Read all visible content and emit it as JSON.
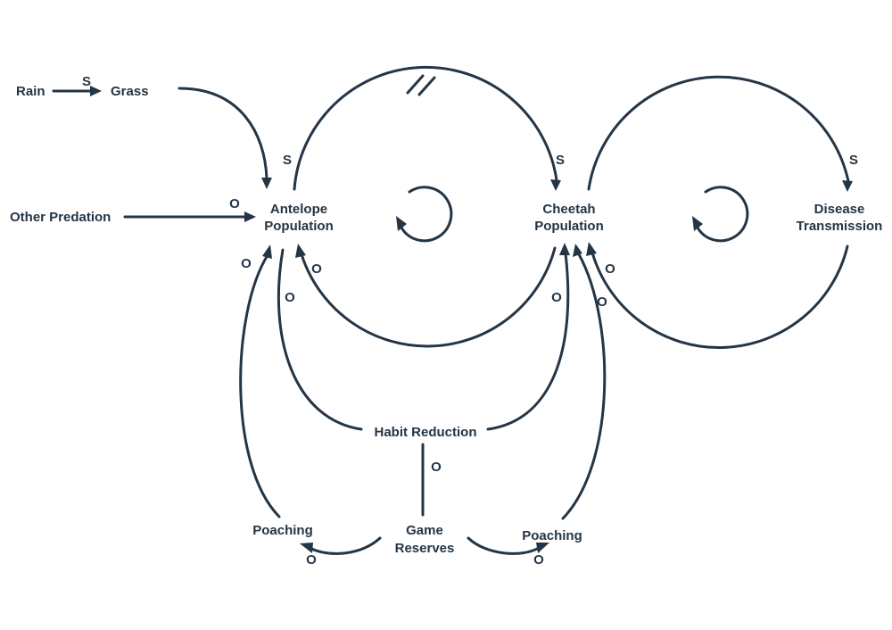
{
  "diagram": {
    "type": "causal loop diagram",
    "nodes": {
      "rain": "Rain",
      "grass": "Grass",
      "other_predation": "Other Predation",
      "antelope_line1": "Antelope",
      "antelope_line2": "Population",
      "cheetah_line1": "Cheetah",
      "cheetah_line2": "Population",
      "disease_line1": "Disease",
      "disease_line2": "Transmission",
      "habit_reduction": "Habit Reduction",
      "game_reserves_line1": "Game",
      "game_reserves_line2": "Reserves",
      "poaching_left": "Poaching",
      "poaching_right": "Poaching"
    },
    "polarity": {
      "rain_grass": "S",
      "grass_antelope": "S",
      "other_predation_antelope": "O",
      "antelope_cheetah": "S",
      "cheetah_antelope": "O",
      "cheetah_disease": "S",
      "disease_cheetah": "O",
      "poaching_antelope": "O",
      "habit_antelope": "O",
      "habit_cheetah": "O",
      "poaching_cheetah": "O",
      "reserves_habit": "O",
      "reserves_poaching_left": "O",
      "reserves_poaching_right": "O"
    },
    "links": [
      {
        "from": "Rain",
        "to": "Grass",
        "polarity": "S"
      },
      {
        "from": "Grass",
        "to": "Antelope Population",
        "polarity": "S"
      },
      {
        "from": "Other Predation",
        "to": "Antelope Population",
        "polarity": "O"
      },
      {
        "from": "Antelope Population",
        "to": "Cheetah Population",
        "polarity": "S",
        "delay": true
      },
      {
        "from": "Cheetah Population",
        "to": "Antelope Population",
        "polarity": "O"
      },
      {
        "from": "Cheetah Population",
        "to": "Disease Transmission",
        "polarity": "S"
      },
      {
        "from": "Disease Transmission",
        "to": "Cheetah Population",
        "polarity": "O"
      },
      {
        "from": "Poaching",
        "to": "Antelope Population",
        "polarity": "O"
      },
      {
        "from": "Habit Reduction",
        "to": "Antelope Population",
        "polarity": "O"
      },
      {
        "from": "Habit Reduction",
        "to": "Cheetah Population",
        "polarity": "O"
      },
      {
        "from": "Poaching",
        "to": "Cheetah Population",
        "polarity": "O"
      },
      {
        "from": "Game Reserves",
        "to": "Habit Reduction",
        "polarity": "O"
      },
      {
        "from": "Game Reserves",
        "to": "Poaching",
        "polarity": "O"
      },
      {
        "from": "Game Reserves",
        "to": "Poaching",
        "polarity": "O"
      }
    ]
  }
}
